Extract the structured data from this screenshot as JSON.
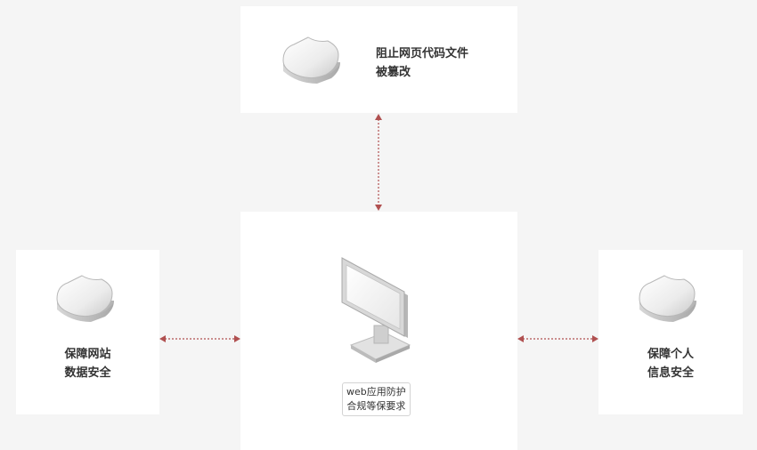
{
  "nodes": {
    "top": {
      "line1": "阻止网页代码文件",
      "line2": "被篡改",
      "icon": "shield-icon"
    },
    "left": {
      "line1": "保障网站",
      "line2": "数据安全",
      "icon": "shield-icon"
    },
    "right": {
      "line1": "保障个人",
      "line2": "信息安全",
      "icon": "shield-icon"
    },
    "center": {
      "caption_line1": "web应用防护",
      "caption_line2": "合规等保要求",
      "icon": "monitor-icon"
    }
  },
  "colors": {
    "connector": "#b05050",
    "background": "#f5f5f5",
    "panel": "#ffffff"
  }
}
